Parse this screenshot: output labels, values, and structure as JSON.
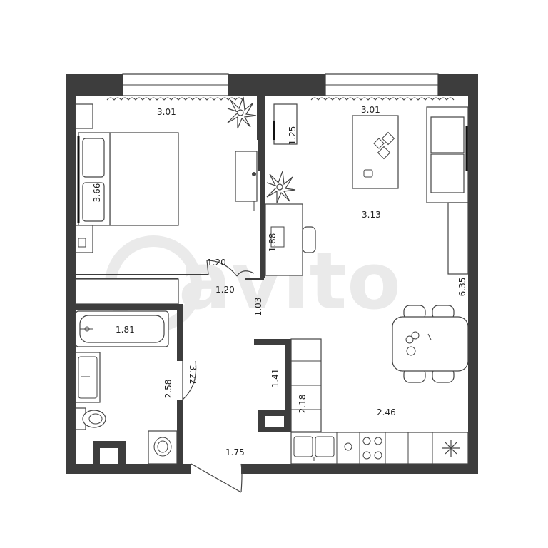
{
  "rooms": {
    "bedroom": {
      "width": "3.01",
      "depth": "3.66"
    },
    "living": {
      "width": "3.01",
      "depth": "3.13",
      "wardrobe": "1.25",
      "desk": "1.88"
    },
    "kitchen": {
      "length": "6.35",
      "width": "2.46"
    },
    "corridor": {
      "opening_a": "1.20",
      "opening_b": "1.20",
      "length": "1.03",
      "closet": "1.41",
      "closet_depth": "2.18"
    },
    "bathroom": {
      "bathtub": "1.81",
      "depth": "2.58",
      "door": "3.22"
    },
    "hall": {
      "width": "1.75"
    }
  },
  "watermark": "avito"
}
